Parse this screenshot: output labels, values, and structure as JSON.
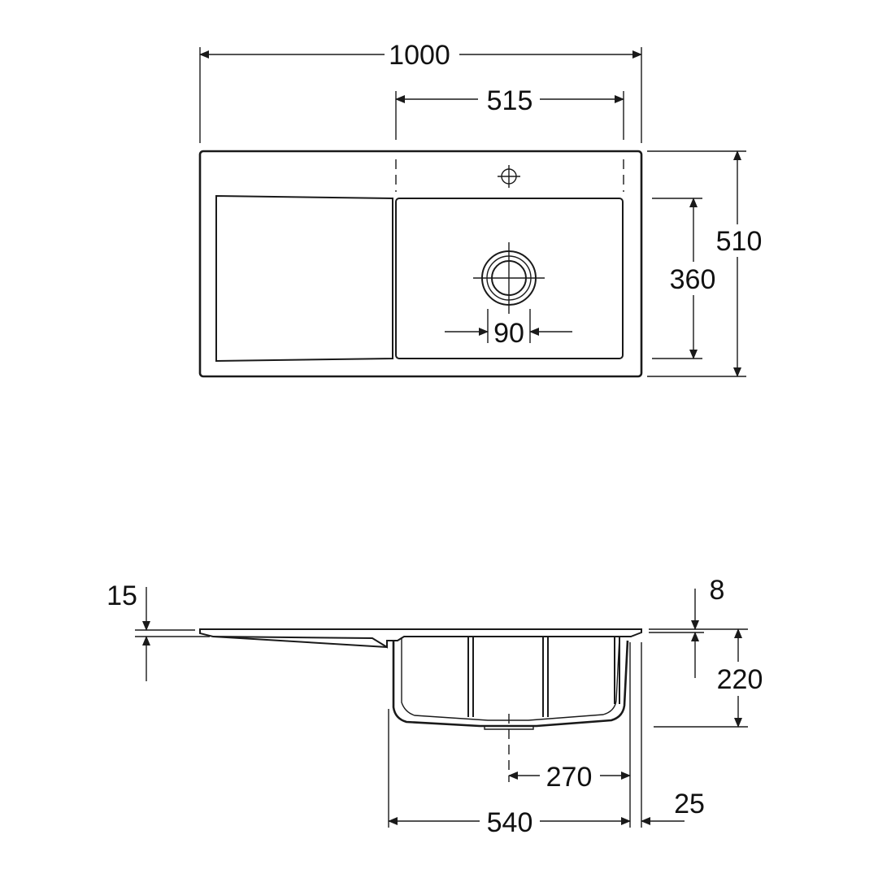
{
  "top_view": {
    "dims": {
      "overall_width": "1000",
      "bowl_width": "515",
      "overall_depth": "510",
      "bowl_depth": "360",
      "drain_diameter": "90"
    }
  },
  "side_view": {
    "dims": {
      "rim_thickness": "15",
      "rim_offset": "8",
      "bowl_height": "220",
      "drain_offset": "270",
      "bowl_outer_width": "540",
      "edge_overhang": "25"
    }
  }
}
